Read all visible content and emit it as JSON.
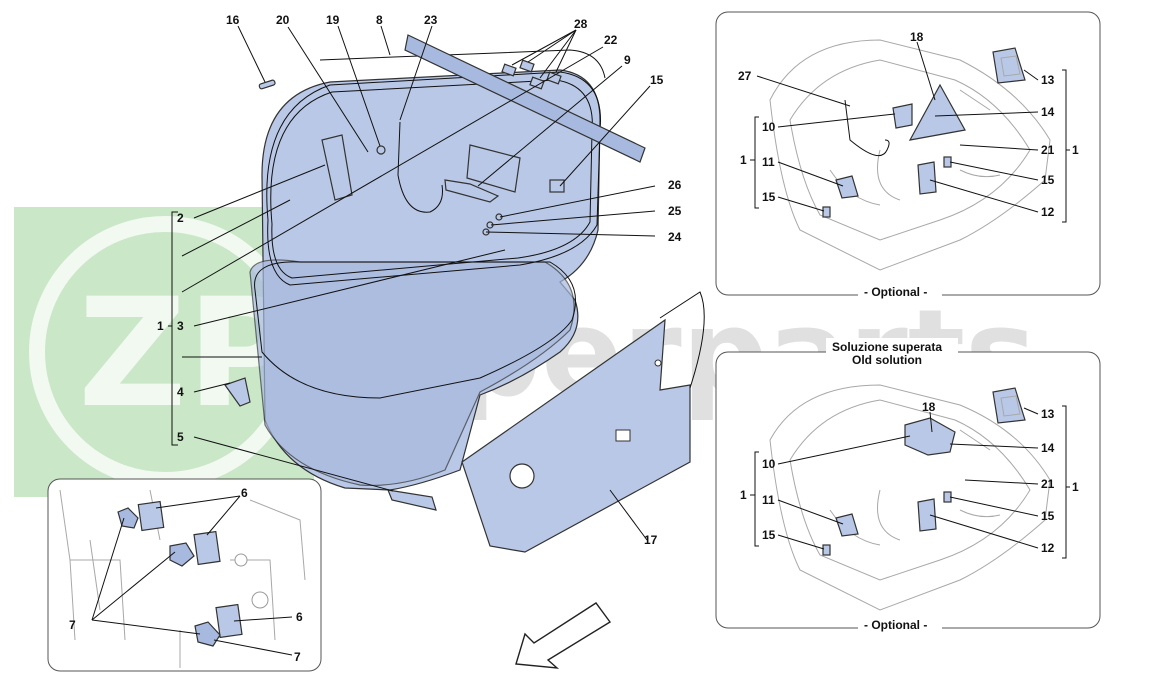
{
  "watermark": {
    "logo_text": "ZP",
    "brand_text": "zuperparts",
    "logo_color": "#8bd383",
    "text_color": "#b3b3b3"
  },
  "colors": {
    "part_fill": "#b9c8e6",
    "outline": "#333333",
    "panel_border": "#555555"
  },
  "main_labels": {
    "l16": "16",
    "l20": "20",
    "l19": "19",
    "l8": "8",
    "l23": "23",
    "l28": "28",
    "l22": "22",
    "l9": "9",
    "l15": "15",
    "l26": "26",
    "l25": "25",
    "l24": "24",
    "l2": "2",
    "l1": "1",
    "l3": "3",
    "l4": "4",
    "l5": "5",
    "l17": "17"
  },
  "inset_bottom_left": {
    "l6a": "6",
    "l6b": "6",
    "l7a": "7",
    "l7b": "7"
  },
  "panel_optional_top": {
    "caption": "- Optional -",
    "l18": "18",
    "l27": "27",
    "l10": "10",
    "l1a": "1",
    "l11": "11",
    "l15a": "15",
    "l13": "13",
    "l14": "14",
    "l21": "21",
    "l1b": "1",
    "l15b": "15",
    "l12": "12"
  },
  "panel_optional_bottom": {
    "title_it": "Soluzione superata",
    "title_en": "Old solution",
    "caption": "- Optional -",
    "l18": "18",
    "l10": "10",
    "l1a": "1",
    "l11": "11",
    "l15a": "15",
    "l13": "13",
    "l14": "14",
    "l21": "21",
    "l1b": "1",
    "l15b": "15",
    "l12": "12"
  },
  "icons": [
    "direction-arrow-icon"
  ]
}
